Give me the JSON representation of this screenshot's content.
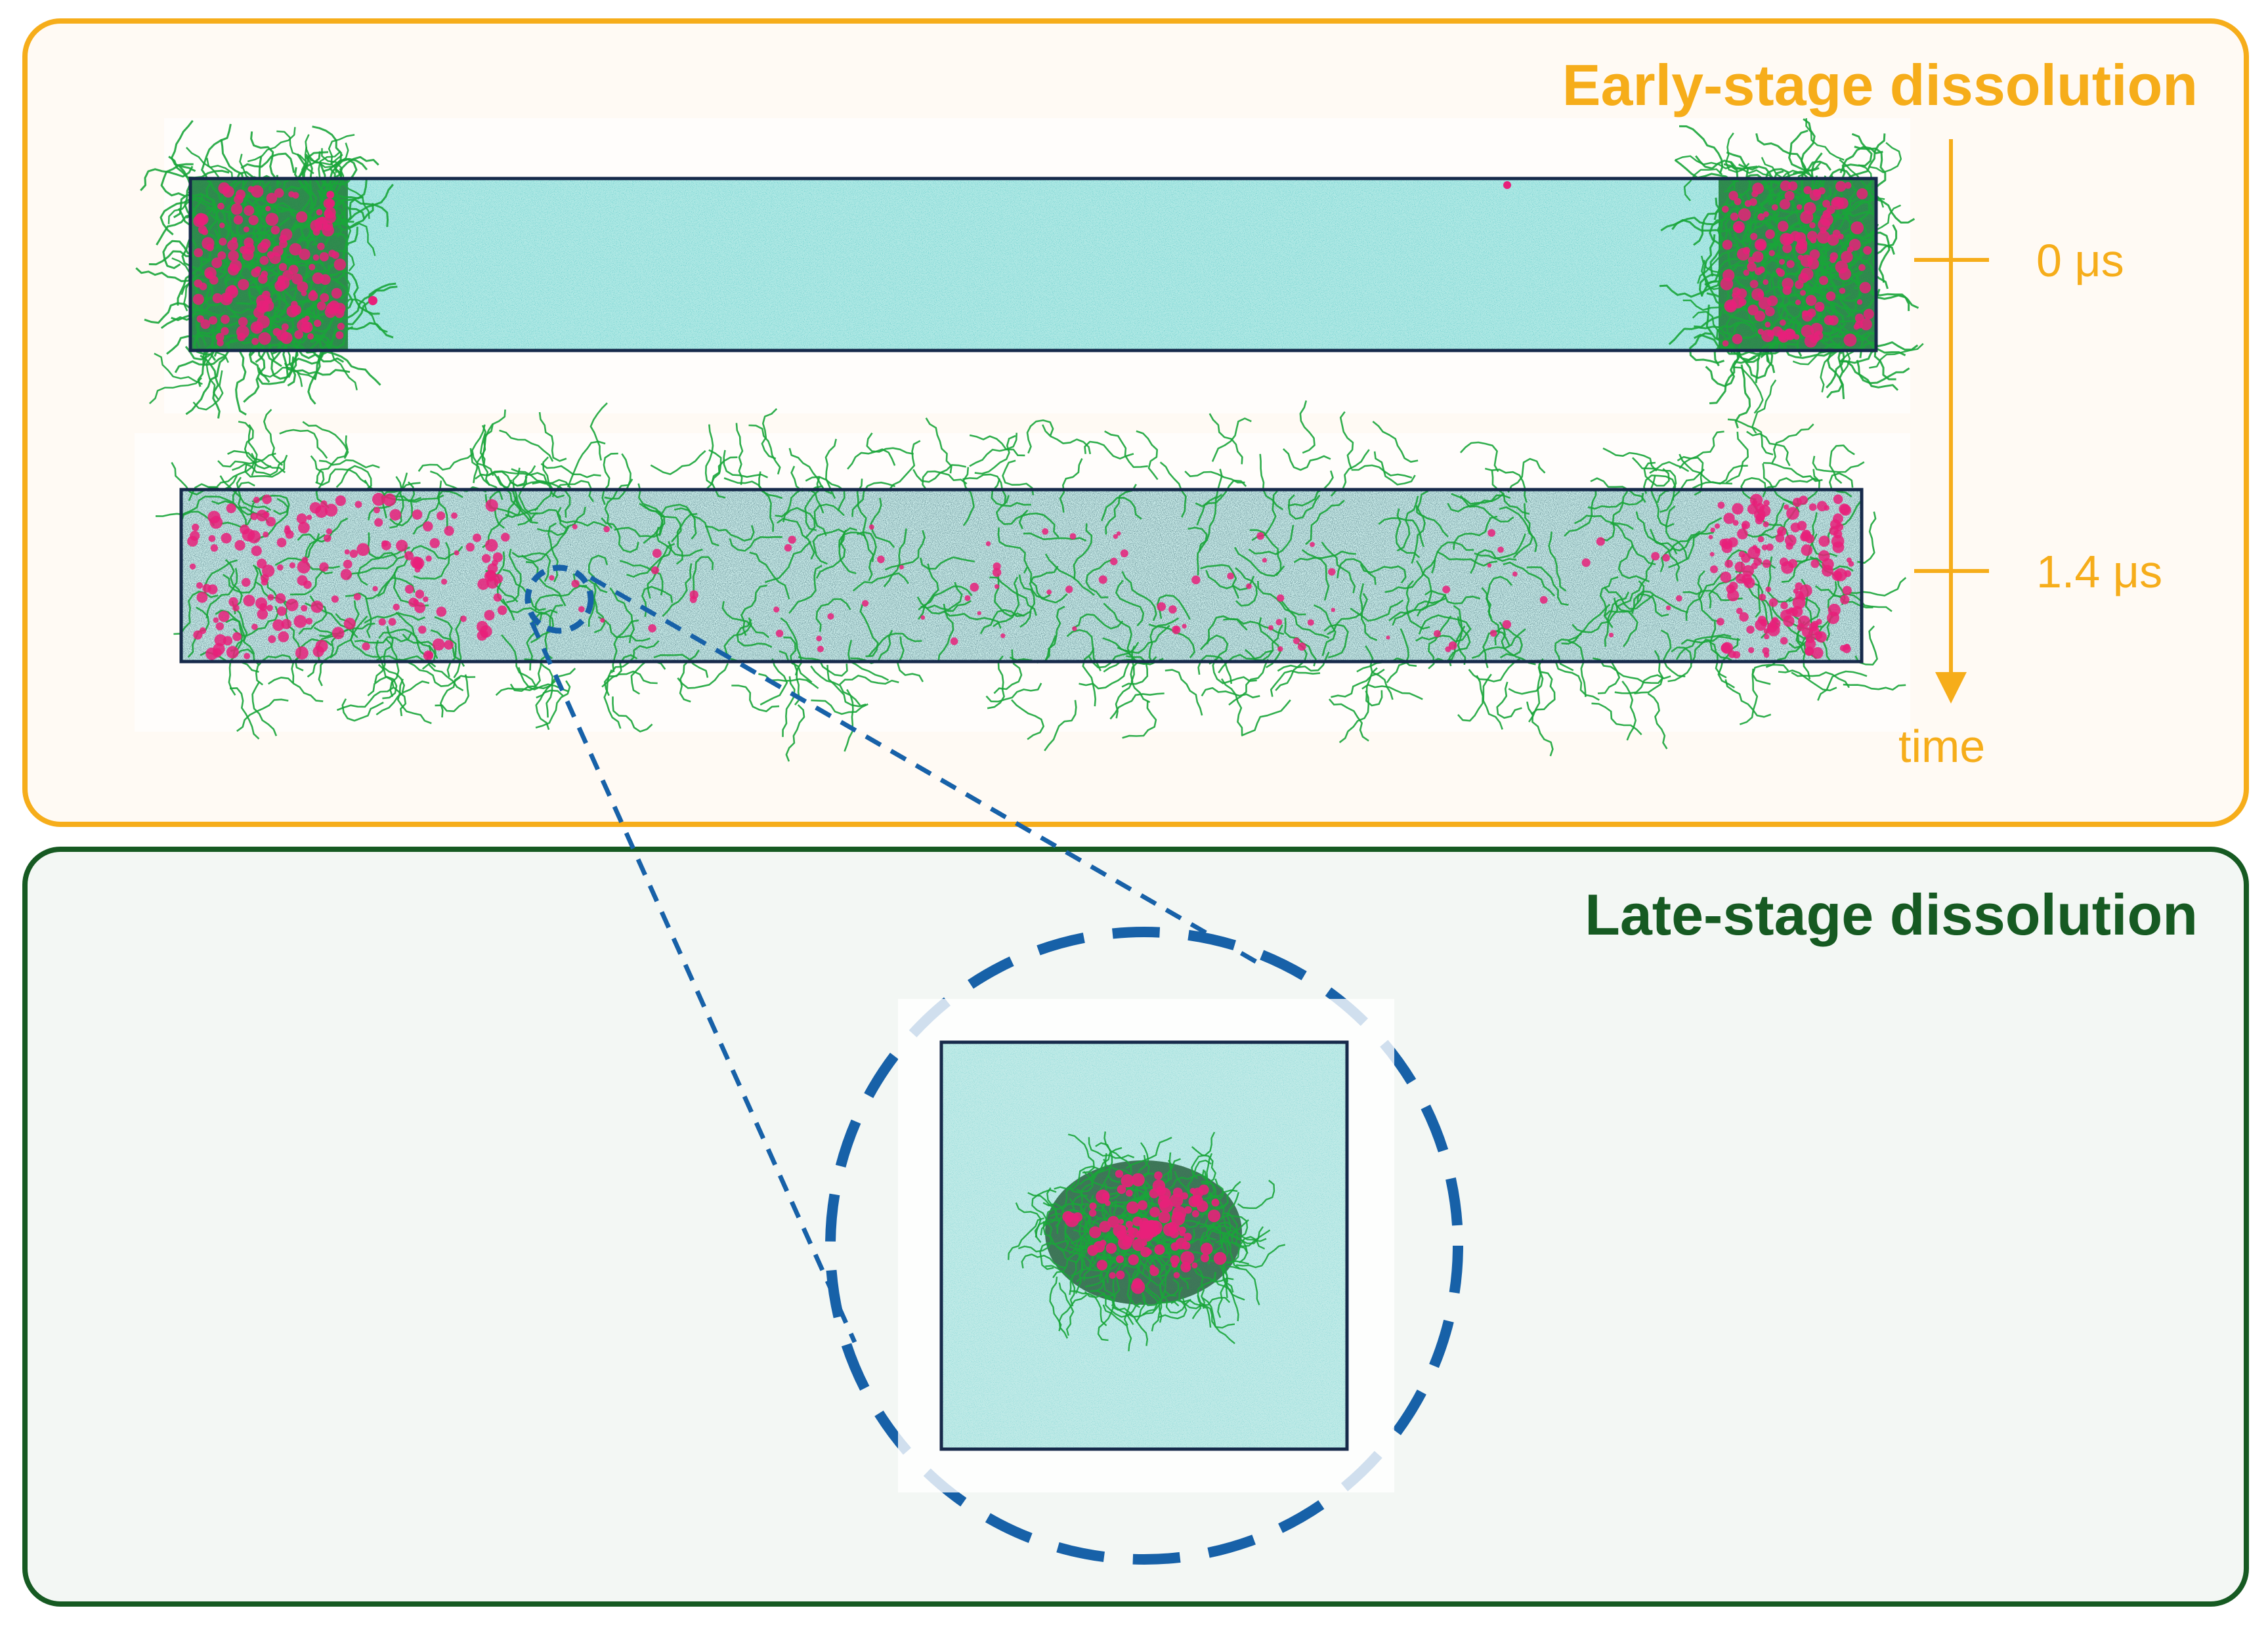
{
  "panels": {
    "early": {
      "title": "Early-stage dissolution"
    },
    "late": {
      "title": "Late-stage dissolution"
    }
  },
  "timeline": {
    "axis_label": "time",
    "ticks": [
      {
        "label": "0 μs"
      },
      {
        "label": "1.4 μs"
      }
    ]
  },
  "colors": {
    "early_border": "#f6ad1a",
    "late_border": "#165a22",
    "water": "#aee8e4",
    "polymer_green": "#1aa53a",
    "polymer_pink": "#e8207a",
    "zoom_dash": "#1761a8",
    "box_outline": "#16294a"
  }
}
